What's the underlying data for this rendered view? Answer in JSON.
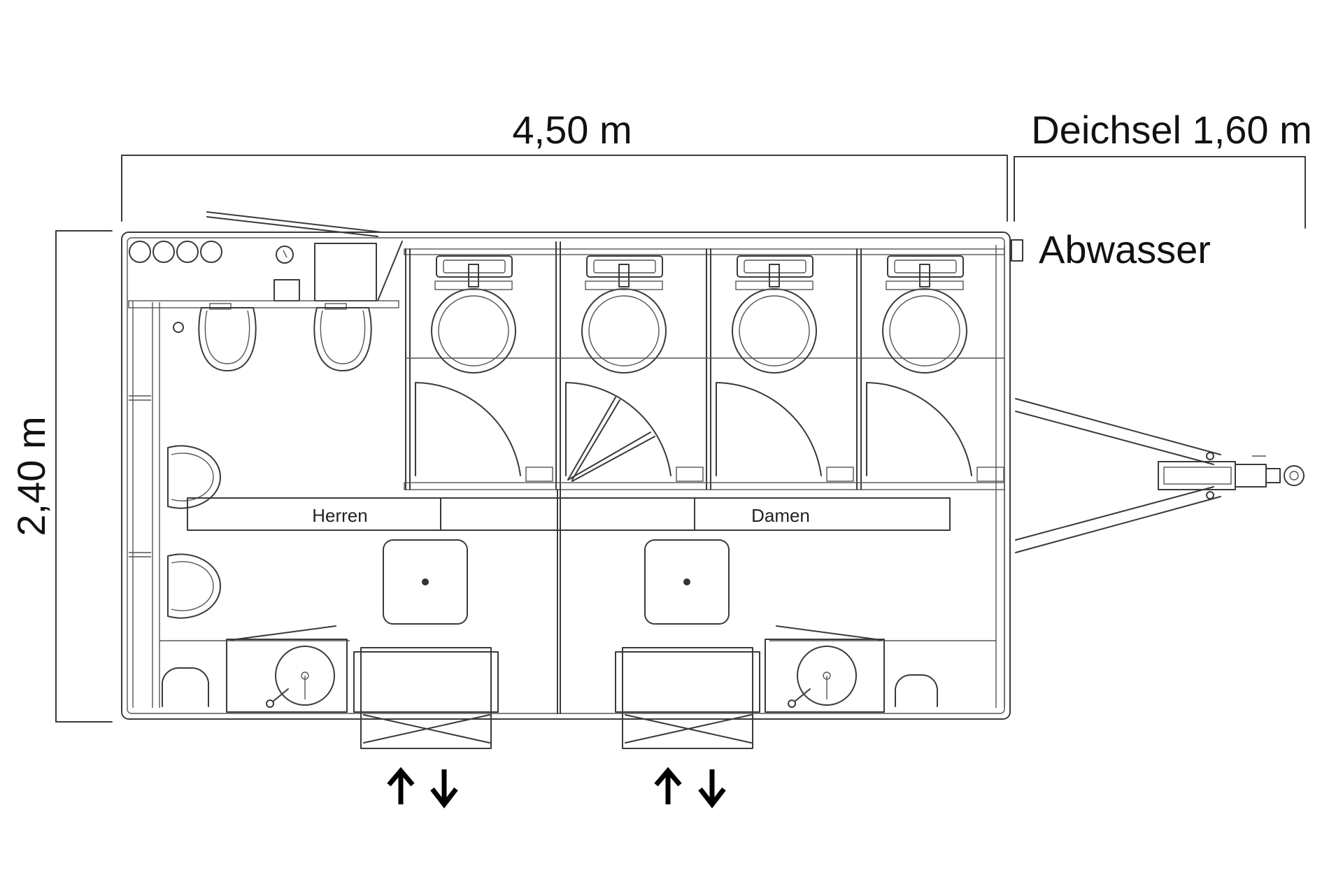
{
  "dimensions": {
    "length": "4,50 m",
    "drawbar": "Deichsel 1,60 m",
    "width": "2,40 m"
  },
  "labels": {
    "wastewater": "Abwasser",
    "men": "Herren",
    "women": "Damen"
  },
  "fixtures": {
    "cabins": 4,
    "urinals": 4,
    "sinks": 2,
    "entrances": 2
  }
}
